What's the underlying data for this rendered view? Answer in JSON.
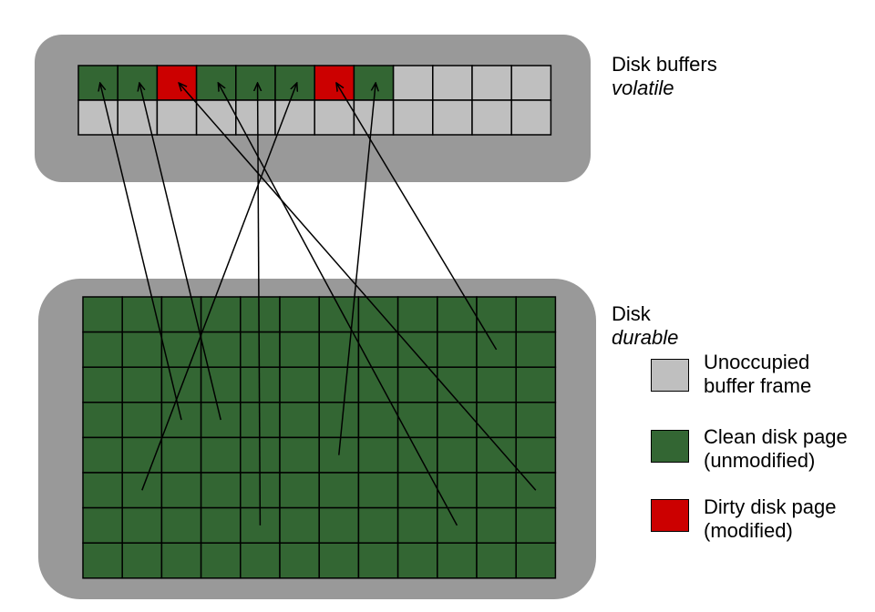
{
  "colors": {
    "container": "#999999",
    "unoccupied": "#bfbfbf",
    "clean": "#336633",
    "dirty": "#cc0000",
    "line": "#000000"
  },
  "buffer_pool": {
    "title": "Disk buffers",
    "subtitle": "volatile",
    "rows": 2,
    "cols": 12,
    "top_row_states": [
      "clean",
      "clean",
      "dirty",
      "clean",
      "clean",
      "clean",
      "dirty",
      "clean",
      "unoccupied",
      "unoccupied",
      "unoccupied",
      "unoccupied"
    ],
    "bottom_row_states": [
      "unoccupied",
      "unoccupied",
      "unoccupied",
      "unoccupied",
      "unoccupied",
      "unoccupied",
      "unoccupied",
      "unoccupied",
      "unoccupied",
      "unoccupied",
      "unoccupied",
      "unoccupied"
    ]
  },
  "disk": {
    "title": "Disk",
    "subtitle": "durable",
    "rows": 8,
    "cols": 12,
    "page_state": "clean"
  },
  "legend": [
    {
      "state": "unoccupied",
      "line1": "Unoccupied",
      "line2": "buffer frame"
    },
    {
      "state": "clean",
      "line1": "Clean disk page",
      "line2": "(unmodified)"
    },
    {
      "state": "dirty",
      "line1": "Dirty disk page",
      "line2": "(modified)"
    }
  ],
  "mappings": [
    {
      "buffer_slot": 0,
      "disk_row": 3,
      "disk_col": 2
    },
    {
      "buffer_slot": 1,
      "disk_row": 3,
      "disk_col": 3
    },
    {
      "buffer_slot": 2,
      "disk_row": 5,
      "disk_col": 11
    },
    {
      "buffer_slot": 3,
      "disk_row": 6,
      "disk_col": 9
    },
    {
      "buffer_slot": 4,
      "disk_row": 6,
      "disk_col": 4
    },
    {
      "buffer_slot": 5,
      "disk_row": 5,
      "disk_col": 1
    },
    {
      "buffer_slot": 6,
      "disk_row": 1,
      "disk_col": 10
    },
    {
      "buffer_slot": 7,
      "disk_row": 4,
      "disk_col": 6
    }
  ]
}
